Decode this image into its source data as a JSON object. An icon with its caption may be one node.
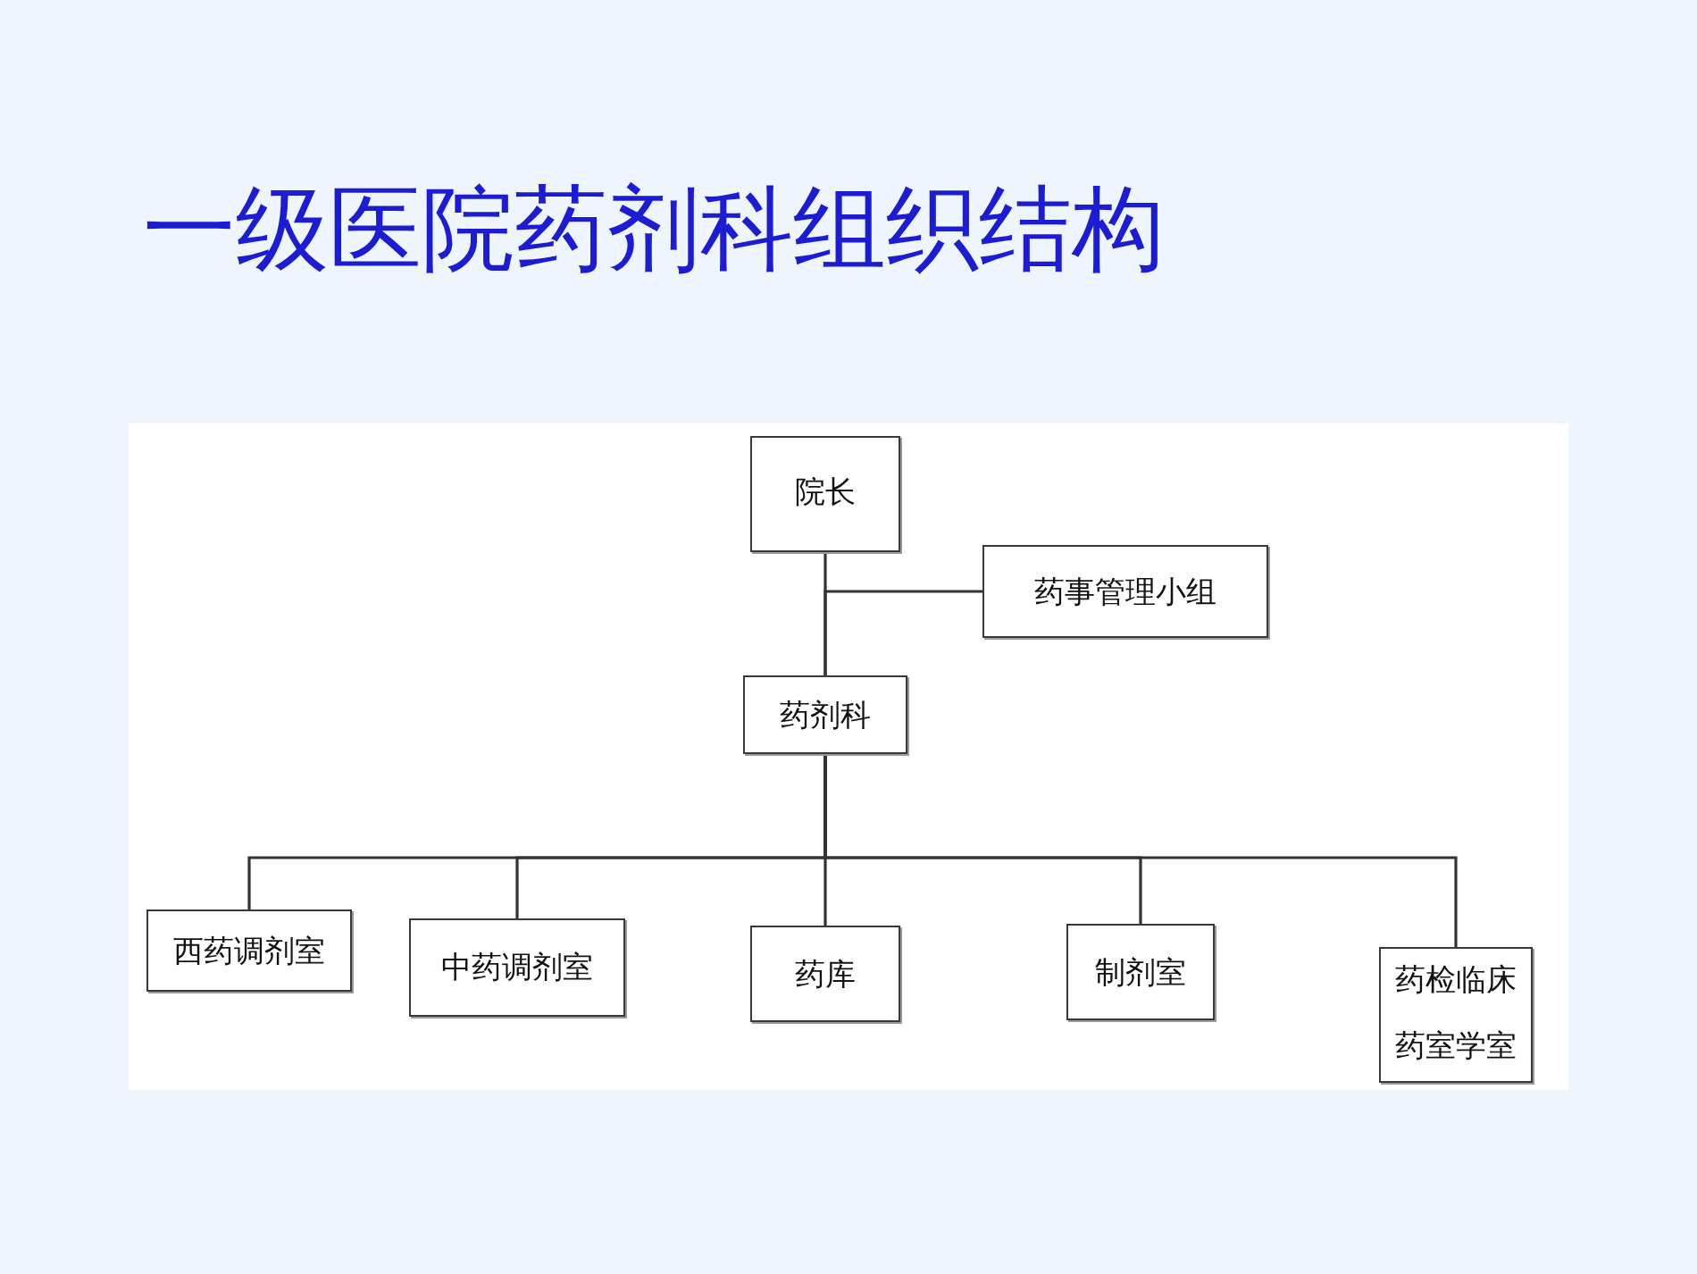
{
  "diagram": {
    "title": "一级医院药剂科组织结构",
    "nodes": [
      {
        "text": [
          "院长"
        ]
      },
      {
        "text": [
          "药事管理小组"
        ]
      },
      {
        "text": [
          "药剂科"
        ]
      },
      {
        "text": [
          "西药调剂室"
        ]
      },
      {
        "text": [
          "中药调剂室"
        ]
      },
      {
        "text": [
          "药库"
        ]
      },
      {
        "text": [
          "制剂室"
        ]
      },
      {
        "text": [
          "药检临床药室学室"
        ]
      }
    ],
    "edges": [
      {
        "from": 0,
        "to": 2,
        "arrow": "none"
      },
      {
        "from": 1,
        "to": 2,
        "arrow": "none"
      },
      {
        "from": 2,
        "to": 3,
        "arrow": "none"
      },
      {
        "from": 2,
        "to": 4,
        "arrow": "none"
      },
      {
        "from": 2,
        "to": 5,
        "arrow": "none"
      },
      {
        "from": 2,
        "to": 6,
        "arrow": "none"
      },
      {
        "from": 2,
        "to": 7,
        "arrow": "none"
      }
    ]
  }
}
